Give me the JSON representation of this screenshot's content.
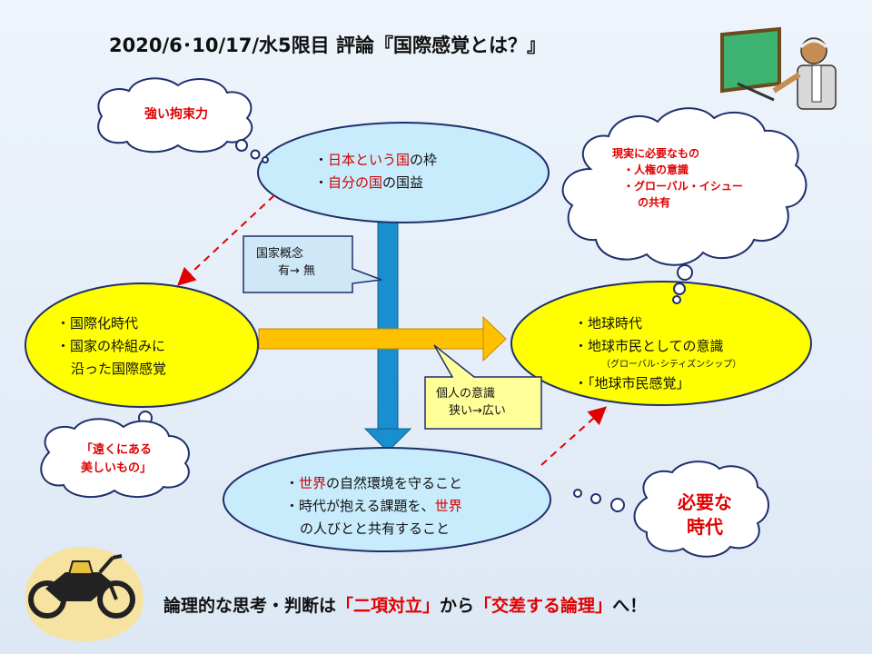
{
  "title": "2020/6･10/17/水5限目  評論『国際感覚とは？』",
  "top_node": {
    "line1_prefix": "・",
    "line1_red": "日本という国",
    "line1_rest": "の枠",
    "line2_prefix": "・",
    "line2_red": "自分の国",
    "line2_rest": "の国益"
  },
  "left_node": {
    "line1": "・国際化時代",
    "line2": "・国家の枠組みに",
    "line3": "沿った国際感覚"
  },
  "right_node": {
    "line1": "・地球時代",
    "line2": "・地球市民としての意識",
    "line3": "（グローバル･シティズンシップ）",
    "line4": "・「地球市民感覚」"
  },
  "bottom_node": {
    "line1_prefix": "・",
    "line1_red": "世界",
    "line1_rest": "の自然環境を守ること",
    "line2_prefix": "・時代が抱える課題を、",
    "line2_red": "世界",
    "line3": "の人びとと共有すること"
  },
  "callout_nation": {
    "line1": "国家概念",
    "line2": "有→ 無"
  },
  "callout_individual": {
    "line1": "個人の意識",
    "line2": "狭い→広い"
  },
  "bubble_constraint": "強い拘束力",
  "bubble_beautiful": {
    "line1": "「遠くにある",
    "line2": "美しいもの」"
  },
  "bubble_needed_era": {
    "line1": "必要な",
    "line2": "時代"
  },
  "cloud_needs": {
    "line1": "現実に必要なもの",
    "line2": "・人権の意識",
    "line3": "・グローバル・イシュー",
    "line4": "の共有"
  },
  "bottom_line": {
    "part1": "論理的な思考・判断は",
    "part2": "「二項対立」",
    "part3": "から",
    "part4": "「交差する論理」",
    "part5": "へ！"
  },
  "colors": {
    "ellipse_blue": "#c8ecfb",
    "ellipse_yellow": "#ffff00",
    "arrow_blue": "#1a8fd0",
    "arrow_orange": "#ffc000",
    "callout_yellow": "#ffff99",
    "callout_blue": "#cfe8f8",
    "accent_red": "#e00000"
  },
  "icons": [
    "teacher-with-board-icon",
    "motorcycle-icon"
  ]
}
